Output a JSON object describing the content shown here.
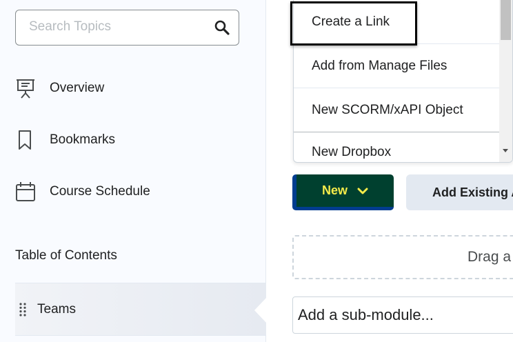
{
  "sidebar": {
    "search": {
      "placeholder": "Search Topics",
      "value": ""
    },
    "items": [
      {
        "label": "Overview",
        "icon": "presentation-icon"
      },
      {
        "label": "Bookmarks",
        "icon": "bookmark-icon"
      },
      {
        "label": "Course Schedule",
        "icon": "calendar-icon"
      }
    ],
    "toc_heading": "Table of Contents",
    "modules": [
      {
        "label": "Teams",
        "selected": true
      }
    ]
  },
  "dropdown": {
    "items": [
      "Create a Link",
      "Add from Manage Files",
      "New SCORM/xAPI Object",
      "New Dropbox"
    ],
    "focused_index": 0
  },
  "toolbar": {
    "new_label": "New",
    "add_existing_label": "Add Existing A"
  },
  "main": {
    "drag_text": "Drag a",
    "submodule_placeholder": "Add a sub-module..."
  },
  "colors": {
    "new_bg": "#00402f",
    "new_text": "#f6ec4a",
    "accent_border": "#003d8f"
  }
}
